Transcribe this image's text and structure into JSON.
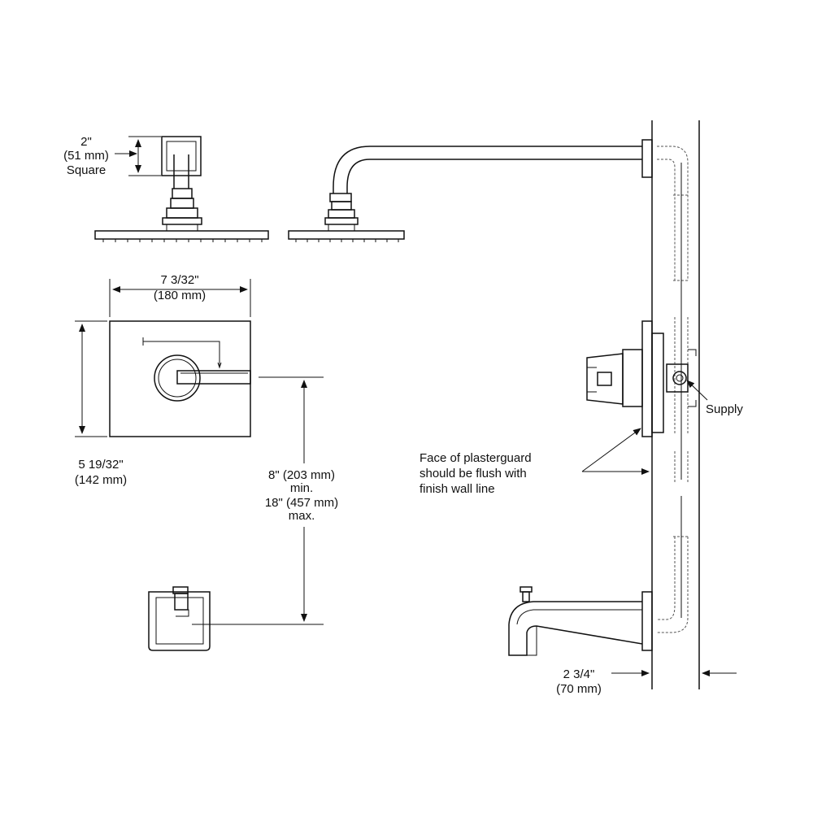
{
  "dim_arm_top": {
    "line1": "2\"",
    "line2": "(51 mm)",
    "line3": "Square"
  },
  "dim_plate_width": {
    "line1": "7 3/32\"",
    "line2": "(180 mm)"
  },
  "dim_plate_height": {
    "line1": "5 19/32\"",
    "line2": "(142 mm)"
  },
  "dim_spout_distance": {
    "line1": "8\" (203 mm)",
    "line2": "min.",
    "line3": "18\" (457 mm)",
    "line4": "max."
  },
  "label_supply": "Supply",
  "label_plasterguard": {
    "line1": "Face of plasterguard",
    "line2": "should be flush with",
    "line3": "finish wall line"
  },
  "dim_wall_depth": {
    "line1": "2 3/4\"",
    "line2": "(70 mm)"
  }
}
